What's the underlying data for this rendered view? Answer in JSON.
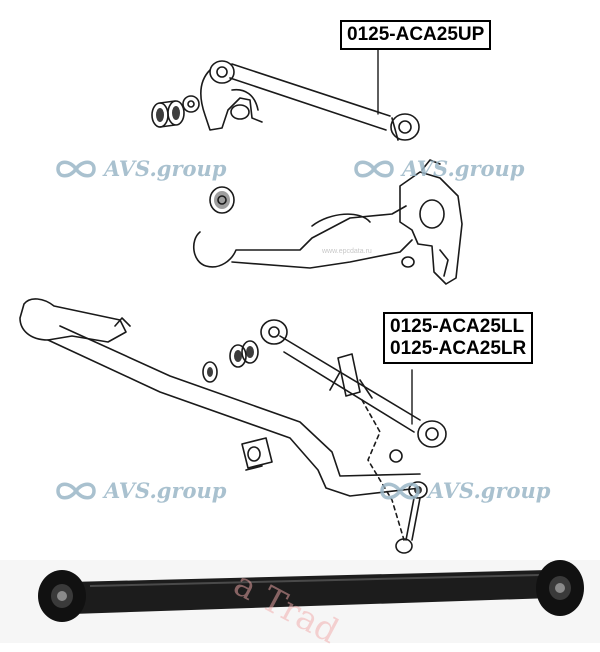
{
  "labels": {
    "upper_part_number": "0125-ACA25UP",
    "lower_left_part_number": "0125-ACA25LL",
    "lower_right_part_number": "0125-ACA25LR"
  },
  "watermarks": {
    "brand": "AVS.group",
    "logo_icon": "infinity-icon",
    "diagonal_text": "a Trad",
    "source_mark": "www.epcdata.ru"
  },
  "colors": {
    "line_art": "#1a1a1a",
    "watermark_blue": "#9bb7c7",
    "watermark_red": "#f2a9a9",
    "photo_arm": "#1c1c1c"
  }
}
